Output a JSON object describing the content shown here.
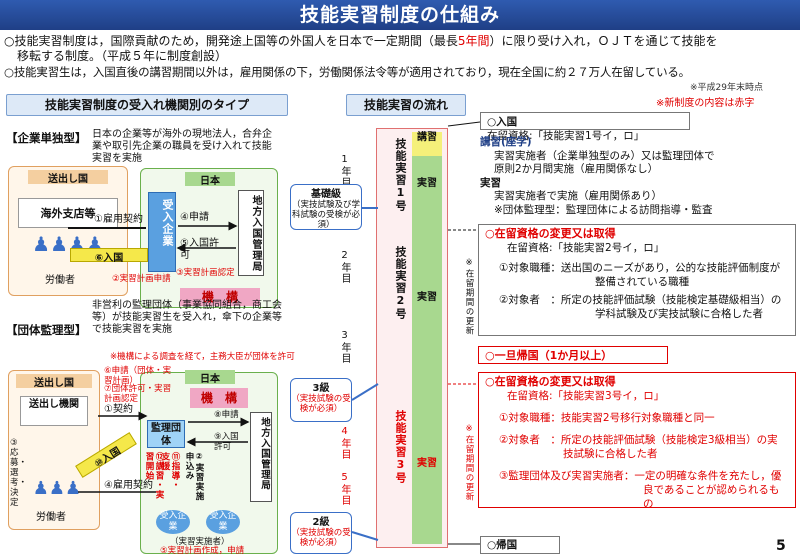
{
  "title": "技能実習制度の仕組み",
  "intro": {
    "p1a": "○技能実習制度は，国際貢献のため，開発途上国等の外国人を日本で一定期間（最長",
    "p1b": "5年間",
    "p1c": "）に限り受け入れ，ＯＪＴを通じて技能を",
    "p1d": "移転する制度。（平成５年に制度創設）",
    "p2": "○技能実習生は，入国直後の講習期間以外は，雇用関係の下，労働関係法令等が適用されており，現在全国に約２７万人在留している。",
    "note": "※平成29年末時点",
    "red_note": "※新制度の内容は赤字"
  },
  "left": {
    "header": "技能実習制度の受入れ機関別のタイプ",
    "corp": {
      "label": "【企業単独型】",
      "desc": "日本の企業等が海外の現地法人，合弁企業や取引先企業の職員を受け入れて技能実習を実施",
      "sender": "送出し国",
      "japan": "日本",
      "branch": "海外支店等",
      "worker": "労働者",
      "accept": "受入企業",
      "bureau": "地方入国管理局",
      "kikou": "機　構",
      "a1": "①雇用契約",
      "a4": "④申請",
      "a5": "⑤入国許可",
      "a6": "⑥入国",
      "a2": "②実習計画申請",
      "a3": "③実習計画認定"
    },
    "group": {
      "label": "【団体監理型】",
      "desc": "非営利の監理団体（事業協同組合，商工会等）が技能実習生を受入れ，傘下の企業等で技能実習を実施",
      "note": "※機構による調査を経て，主務大臣が団体を許可",
      "sender": "送出し国",
      "japan": "日本",
      "agency": "送出し機関",
      "worker": "労働者",
      "kanri": "監理団体",
      "kikou": "機　構",
      "bureau": "地方入国管理局",
      "a1": "①契約",
      "a3": "③応募・選考・決定",
      "a4": "④雇用契約",
      "a10": "⑩入国",
      "a6": "⑥申請（団体・実習計画）",
      "a7": "⑦団体許可・実習計画認定",
      "a8": "⑧申請",
      "a9": "⑨入国許可",
      "a11": "⑪指導・支援",
      "a12": "⑫講習・実習開始",
      "a13": "②実習実施申込み",
      "accept1": "受入企業",
      "accept2": "受入企業",
      "implementer": "（実習実施者）",
      "a5": "⑤実習計画作成，申請"
    }
  },
  "flow": {
    "header": "技能実習の流れ",
    "years": [
      "1年目",
      "2年目",
      "3年目",
      "4年目",
      "5年目"
    ],
    "col1": "技能実習1号",
    "col2": "技能実習2号",
    "col3": "技能実習3号",
    "kosyu": "講習",
    "jissyu": "実習",
    "basic": {
      "title": "基礎級",
      "sub": "（実技試験及び学科試験の受検が必須）"
    },
    "lv3": {
      "title": "3級",
      "sub": "（実技試験の受検が必須）"
    },
    "lv2": {
      "title": "2級",
      "sub": "（実技試験の受検が必須）"
    },
    "stay1": "※在留期間の更新",
    "stay2": "※在留期間の更新",
    "entry": {
      "t": "○入国",
      "s": "在留資格:「技能実習1号イ，ロ」"
    },
    "lecture": {
      "h": "講習(座学)",
      "l1": "実習実施者（企業単独型のみ）又は監理団体で",
      "l2": "原則2か月間実施（雇用関係なし）",
      "h2": "実習",
      "l3": "実習実施者で実施（雇用関係あり）",
      "l4": "※団体監理型：監理団体による訪問指導・監査"
    },
    "change1": {
      "t": "○在留資格の変更又は取得",
      "s": "在留資格:「技能実習2号イ，ロ」",
      "i1": "①対象職種：送出国のニーズがあり，公的な技能評価制度が",
      "i1b": "整備されている職種",
      "i2": "②対象者　：所定の技能評価試験（技能検定基礎級相当）の",
      "i2b": "学科試験及び実技試験に合格した者"
    },
    "return1": "○一旦帰国（1か月以上）",
    "change2": {
      "t": "○在留資格の変更又は取得",
      "s": "在留資格:「技能実習3号イ，ロ」",
      "i1": "①対象職種：技能実習2号移行対象職種と同一",
      "i2": "②対象者　：所定の技能評価試験（技能検定3級相当）の実",
      "i2b": "技試験に合格した者",
      "i3": "③監理団体及び実習実施者：一定の明確な条件を充たし，優",
      "i3b": "良であることが認められるもの"
    },
    "return2": "○帰国"
  },
  "page_number": "5"
}
